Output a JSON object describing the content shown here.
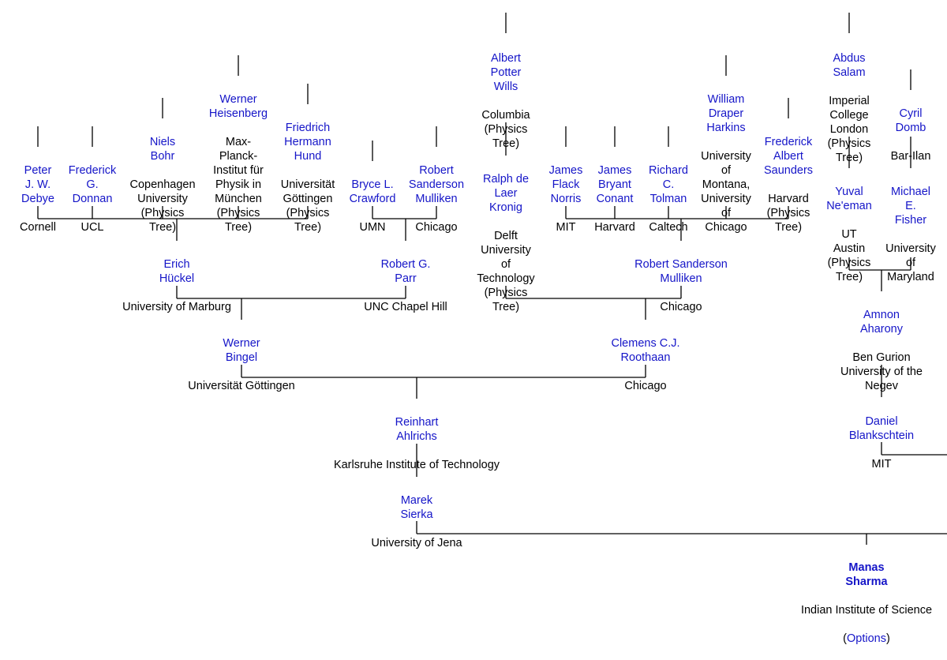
{
  "nodes": {
    "debye": {
      "name": "Peter\nJ. W.\nDebye",
      "affil": "Cornell"
    },
    "donnan": {
      "name": "Frederick\nG.\nDonnan",
      "affil": "UCL"
    },
    "bohr": {
      "name": "Niels\nBohr",
      "affil": "Copenhagen\nUniversity\n(Physics\nTree)"
    },
    "heisenberg": {
      "name": "Werner\nHeisenberg",
      "affil": "Max-\nPlanck-\nInstitut für\nPhysik in\nMünchen\n(Physics\nTree)"
    },
    "hund": {
      "name": "Friedrich\nHermann\nHund",
      "affil": "Universität\nGöttingen\n(Physics\nTree)"
    },
    "crawford": {
      "name": "Bryce L.\nCrawford",
      "affil": "UMN"
    },
    "mulliken_top": {
      "name": "Robert\nSanderson\nMulliken",
      "affil": "Chicago"
    },
    "wills": {
      "name": "Albert\nPotter\nWills",
      "affil": "Columbia\n(Physics\nTree)"
    },
    "kronig": {
      "name": "Ralph de\nLaer\nKronig",
      "affil": "Delft\nUniversity\nof\nTechnology\n(Physics\nTree)"
    },
    "norris": {
      "name": "James\nFlack\nNorris",
      "affil": "MIT"
    },
    "conant": {
      "name": "James\nBryant\nConant",
      "affil": "Harvard"
    },
    "tolman": {
      "name": "Richard\nC.\nTolman",
      "affil": "Caltech"
    },
    "harkins": {
      "name": "William\nDraper\nHarkins",
      "affil": "University\nof\nMontana,\nUniversity\nof\nChicago"
    },
    "saunders": {
      "name": "Frederick\nAlbert\nSaunders",
      "affil": "Harvard\n(Physics\nTree)"
    },
    "salam": {
      "name": "Abdus\nSalam",
      "affil": "Imperial\nCollege\nLondon\n(Physics\nTree)"
    },
    "domb": {
      "name": "Cyril\nDomb",
      "affil": "Bar-Ilan"
    },
    "neeman": {
      "name": "Yuval\nNe'eman",
      "affil": "UT\nAustin\n(Physics\nTree)"
    },
    "fisher": {
      "name": "Michael\nE.\nFisher",
      "affil": "University\nof\nMaryland"
    },
    "huckel": {
      "name": "Erich\nHückel",
      "affil": "University of Marburg"
    },
    "parr": {
      "name": "Robert G.\nParr",
      "affil": "UNC Chapel Hill"
    },
    "mulliken_mid": {
      "name": "Robert Sanderson\nMulliken",
      "affil": "Chicago"
    },
    "aharony": {
      "name": "Amnon\nAharony",
      "affil": "Ben Gurion\nUniversity of the\nNegev"
    },
    "bingel": {
      "name": "Werner\nBingel",
      "affil": "Universität Göttingen"
    },
    "roothaan": {
      "name": "Clemens C.J.\nRoothaan",
      "affil": "Chicago"
    },
    "blankschtein": {
      "name": "Daniel\nBlankschtein",
      "affil": "MIT"
    },
    "ahlrichs": {
      "name": "Reinhart\nAhlrichs",
      "affil": "Karlsruhe Institute of Technology"
    },
    "sierka": {
      "name": "Marek\nSierka",
      "affil": "University of Jena"
    },
    "sharma": {
      "name": "Manas\nSharma",
      "affil": "Indian Institute of Science",
      "options_open": "(",
      "options_label": "Options",
      "options_close": ")"
    }
  },
  "colors": {
    "link": "#1515c8",
    "text": "#000000",
    "line": "#000000"
  }
}
